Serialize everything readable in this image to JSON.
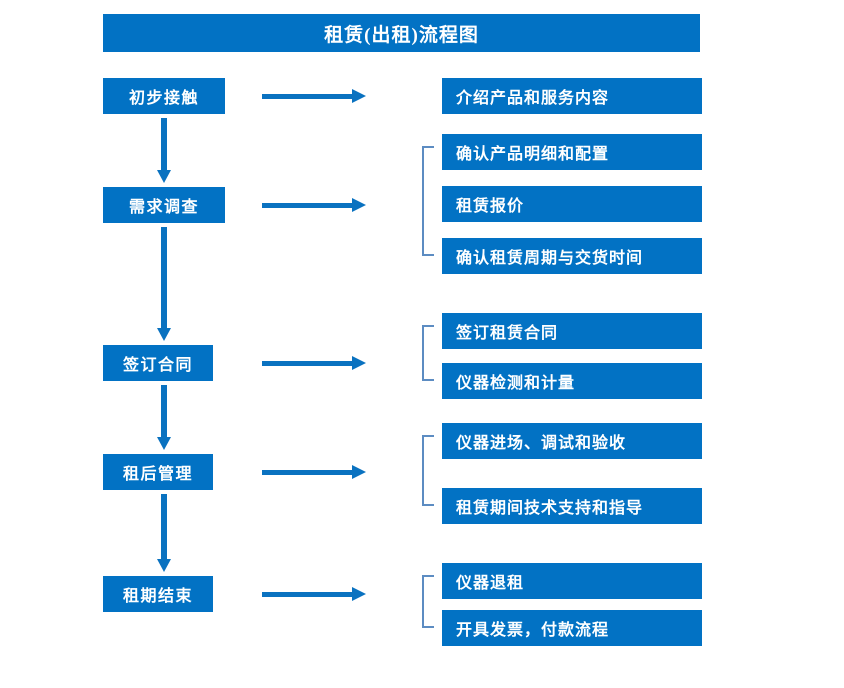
{
  "diagram": {
    "title": "租赁(出租)流程图",
    "colors": {
      "box_blue": "#0272c4",
      "arrow_blue": "#0a72c0",
      "bracket_blue": "#5c8cc2",
      "background": "#ffffff",
      "text": "#ffffff"
    },
    "stages": [
      {
        "label": "初步接触"
      },
      {
        "label": "需求调查"
      },
      {
        "label": "签订合同"
      },
      {
        "label": "租后管理"
      },
      {
        "label": "租期结束"
      }
    ],
    "details": [
      {
        "label": "介绍产品和服务内容"
      },
      {
        "label": "确认产品明细和配置"
      },
      {
        "label": "租赁报价"
      },
      {
        "label": "确认租赁周期与交货时间"
      },
      {
        "label": "签订租赁合同"
      },
      {
        "label": "仪器检测和计量"
      },
      {
        "label": "仪器进场、调试和验收"
      },
      {
        "label": "租赁期间技术支持和指导"
      },
      {
        "label": "仪器退租"
      },
      {
        "label": "开具发票，付款流程"
      }
    ],
    "groups": [
      {
        "name": "需求调查-group",
        "items": [
          1,
          2,
          3
        ]
      },
      {
        "name": "签订合同-group",
        "items": [
          4,
          5
        ]
      },
      {
        "name": "租后管理-group",
        "items": [
          6,
          7
        ]
      },
      {
        "name": "租期结束-group",
        "items": [
          8,
          9
        ]
      }
    ],
    "flow_arrows": [
      {
        "name": "初步接触-to-需求调查"
      },
      {
        "name": "需求调查-to-签订合同"
      },
      {
        "name": "签订合同-to-租后管理"
      },
      {
        "name": "租后管理-to-租期结束"
      }
    ],
    "link_arrows": [
      {
        "name": "初步接触-to-details"
      },
      {
        "name": "需求调查-to-details"
      },
      {
        "name": "签订合同-to-details"
      },
      {
        "name": "租后管理-to-details"
      },
      {
        "name": "租期结束-to-details"
      }
    ]
  }
}
